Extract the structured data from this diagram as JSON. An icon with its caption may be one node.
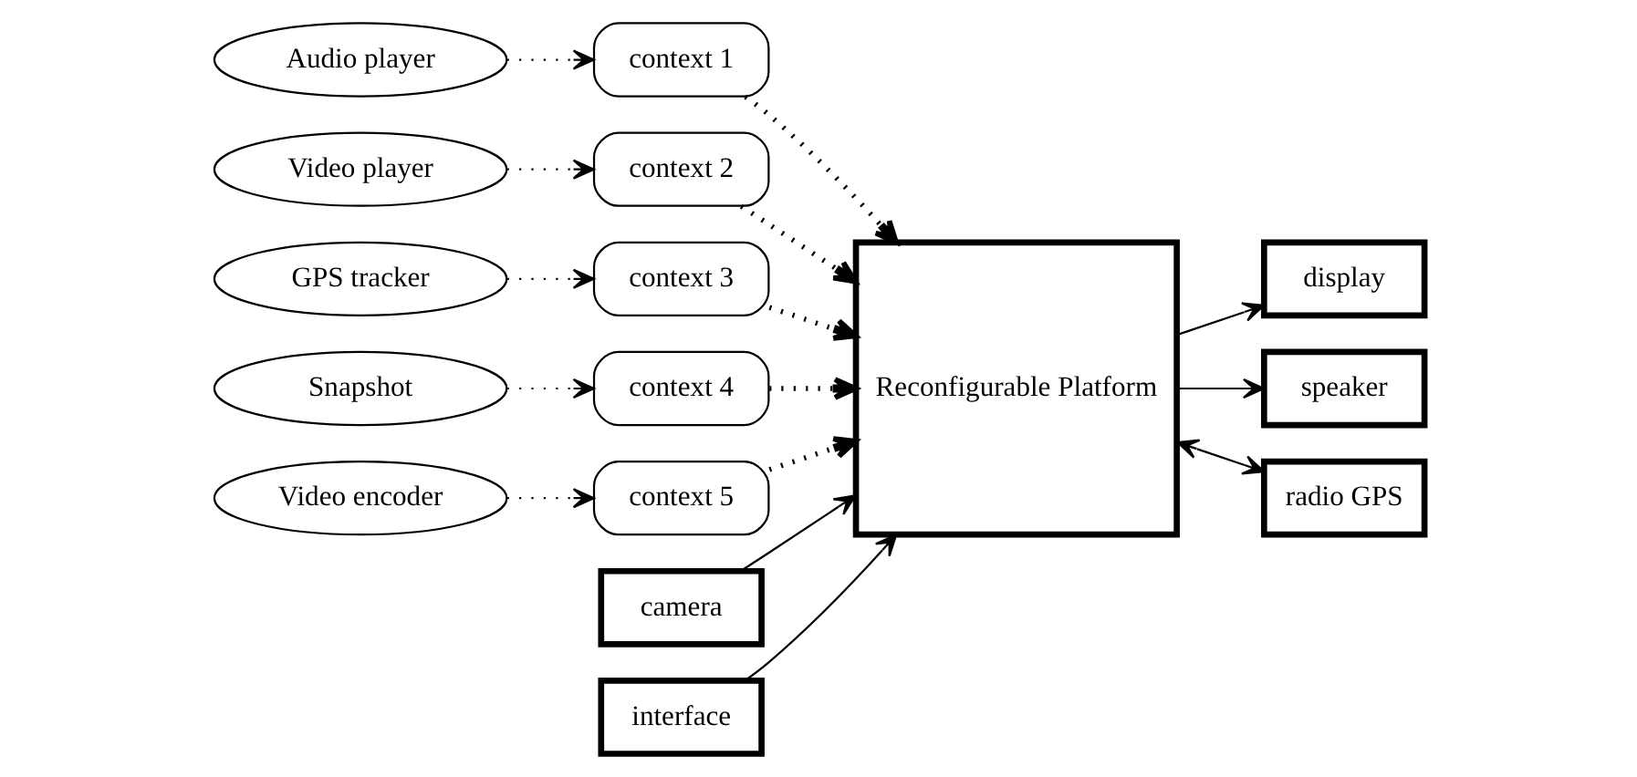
{
  "diagram": {
    "nodes": [
      {
        "text": [
          "Audio player"
        ]
      },
      {
        "text": [
          "Video player"
        ]
      },
      {
        "text": [
          "GPS tracker"
        ]
      },
      {
        "text": [
          "Snapshot"
        ]
      },
      {
        "text": [
          "Video encoder"
        ]
      },
      {
        "text": [
          "context 1"
        ]
      },
      {
        "text": [
          "context 2"
        ]
      },
      {
        "text": [
          "context 3"
        ]
      },
      {
        "text": [
          "context 4"
        ]
      },
      {
        "text": [
          "context 5"
        ]
      },
      {
        "text": [
          "Reconfigurable Platform"
        ]
      },
      {
        "text": [
          "display"
        ]
      },
      {
        "text": [
          "speaker"
        ]
      },
      {
        "text": [
          "radio GPS"
        ]
      },
      {
        "text": [
          "camera"
        ]
      },
      {
        "text": [
          "interface"
        ]
      }
    ],
    "edges": [
      {
        "from": 0,
        "to": 5,
        "arrow": "to",
        "style": "dashed"
      },
      {
        "from": 1,
        "to": 6,
        "arrow": "to",
        "style": "dashed"
      },
      {
        "from": 2,
        "to": 7,
        "arrow": "to",
        "style": "dashed"
      },
      {
        "from": 3,
        "to": 8,
        "arrow": "to",
        "style": "dashed"
      },
      {
        "from": 4,
        "to": 9,
        "arrow": "to",
        "style": "dashed"
      },
      {
        "from": 5,
        "to": 10,
        "arrow": "to",
        "style": "dashed"
      },
      {
        "from": 6,
        "to": 10,
        "arrow": "to",
        "style": "dashed"
      },
      {
        "from": 7,
        "to": 10,
        "arrow": "to",
        "style": "dashed"
      },
      {
        "from": 8,
        "to": 10,
        "arrow": "to",
        "style": "dashed"
      },
      {
        "from": 9,
        "to": 10,
        "arrow": "to",
        "style": "dashed"
      },
      {
        "from": 10,
        "to": 11,
        "arrow": "to"
      },
      {
        "from": 10,
        "to": 12,
        "arrow": "to"
      },
      {
        "from": 10,
        "to": 13,
        "arrow": "both"
      },
      {
        "from": 14,
        "to": 10,
        "arrow": "to"
      },
      {
        "from": 15,
        "to": 10,
        "arrow": "to"
      }
    ]
  }
}
